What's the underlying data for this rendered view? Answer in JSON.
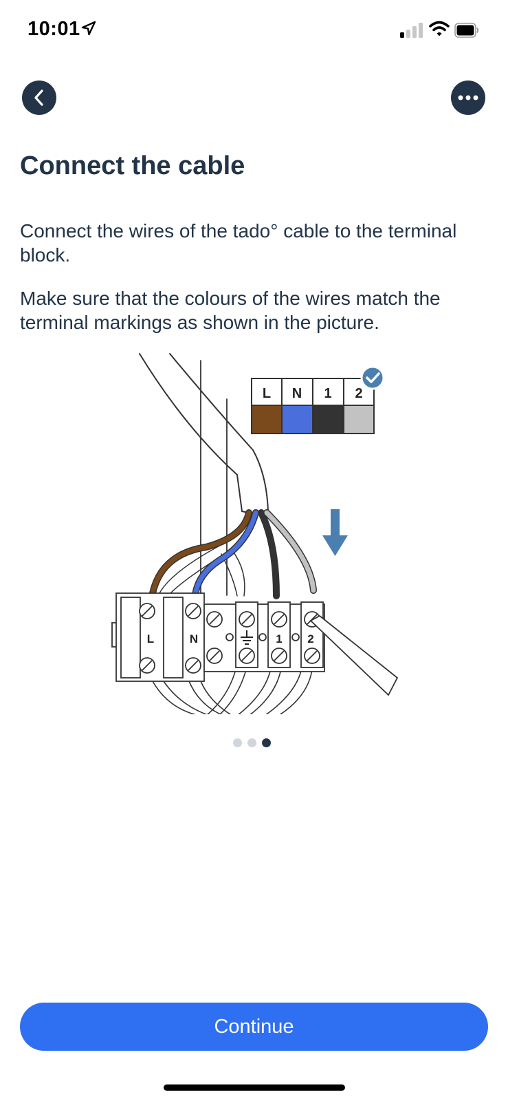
{
  "status_bar": {
    "time": "10:01",
    "icons": [
      "location-arrow-icon",
      "cellular-signal-icon",
      "wifi-icon",
      "battery-icon"
    ]
  },
  "nav": {
    "back_icon": "chevron-left-icon",
    "more_icon": "ellipsis-icon"
  },
  "content": {
    "title": "Connect the cable",
    "paragraphs": [
      "Connect the wires of the tado° cable to the terminal block.",
      "Make sure that the colours of the wires match the terminal markings as shown in the picture."
    ]
  },
  "illustration": {
    "legend": [
      {
        "label": "L",
        "color": "#7a4a1c"
      },
      {
        "label": "N",
        "color": "#4a6fdc"
      },
      {
        "label": "1",
        "color": "#333333"
      },
      {
        "label": "2",
        "color": "#c2c2c2"
      }
    ],
    "terminal_labels": [
      "L",
      "N",
      "1",
      "2"
    ],
    "check_icon": "check-badge-icon",
    "arrow_icon": "arrow-down-icon"
  },
  "pager": {
    "pages": 3,
    "current": 3
  },
  "footer": {
    "continue_label": "Continue"
  },
  "colors": {
    "primary": "#2f6ff1",
    "dark": "#233448",
    "arrow": "#4a7fb0"
  }
}
